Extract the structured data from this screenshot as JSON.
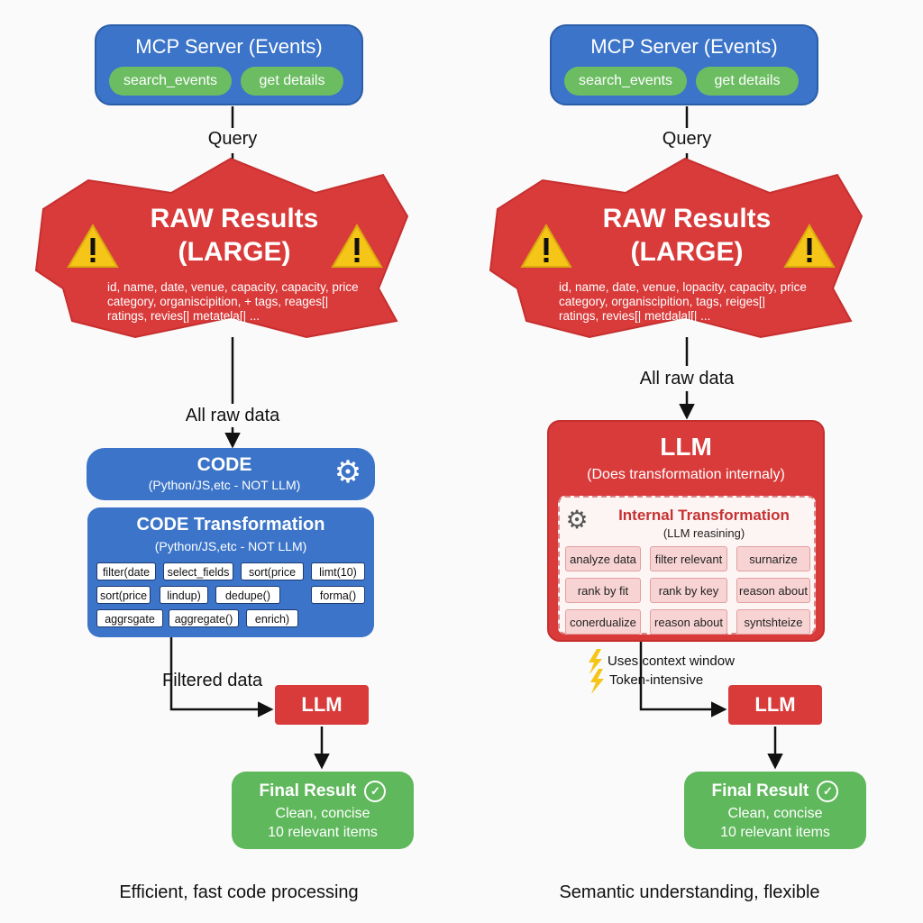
{
  "left": {
    "mcp": {
      "title": "MCP Server (Events)",
      "tools": [
        "search_events",
        "get details"
      ]
    },
    "edge_query": "Query",
    "raw": {
      "title": "RAW Results",
      "subtitle": "(LARGE)",
      "fields": [
        "id, name, date, venue, capacity, capacity, price",
        "category, organiscipition, + tags, reages[|",
        "ratings, revies[| metatela[| ..."
      ]
    },
    "edge_all_raw": "All raw data",
    "code": {
      "title": "CODE",
      "subtitle": "(Python/JS,etc - NOT LLM)"
    },
    "transform": {
      "title": "CODE Transformation",
      "subtitle": "(Python/JS,etc - NOT LLM)",
      "ops": [
        [
          "filter(date",
          "select_fields",
          "sort(price",
          "limt(10)"
        ],
        [
          "sort(price",
          "lindup)",
          "dedupe()",
          "forma()"
        ],
        [
          "aggrsgate",
          "aggregate()",
          "enrich)"
        ]
      ]
    },
    "edge_filtered": "Filtered data",
    "llm": "LLM",
    "final": {
      "title": "Final Result",
      "line1": "Clean, concise",
      "line2": "10 relevant items"
    },
    "caption": "Efficient, fast code processing"
  },
  "right": {
    "mcp": {
      "title": "MCP Server (Events)",
      "tools": [
        "search_events",
        "get details"
      ]
    },
    "edge_query": "Query",
    "raw": {
      "title": "RAW Results",
      "subtitle": "(LARGE)",
      "fields": [
        "id, name, date, venue, lopacity, capacity, price",
        "category, organiscipition, tags, reiges[|",
        "ratings, revies[| metdalal[| ..."
      ]
    },
    "edge_all_raw": "All raw data",
    "llm_box": {
      "title": "LLM",
      "subtitle": "(Does transformation internaly)",
      "inner_title": "Internal Transformation",
      "inner_subtitle": "(LLM reasining)",
      "ops": [
        [
          "analyze data",
          "filter relevant",
          "surnarize"
        ],
        [
          "rank by fit",
          "rank by key",
          "reason about"
        ],
        [
          "conerdualize",
          "reason about",
          "syntshteize"
        ]
      ]
    },
    "notes": [
      "Uses context window",
      "Token-intensive"
    ],
    "llm": "LLM",
    "final": {
      "title": "Final Result",
      "line1": "Clean, concise",
      "line2": "10 relevant items"
    },
    "caption": "Semantic understanding, flexible"
  },
  "colors": {
    "blue": "#3b74c8",
    "red": "#d93a3a",
    "green": "#5fb85c",
    "pill_green": "#6cbd62",
    "warning_yellow": "#f5c518"
  }
}
